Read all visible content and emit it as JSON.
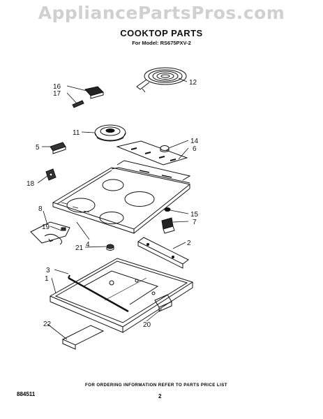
{
  "watermark": "AppliancePartsPros.com",
  "title": "COOKTOP PARTS",
  "model_line": "For Model: RS675PXV-2",
  "footer_note": "FOR ORDERING INFORMATION REFER TO PARTS PRICE LIST",
  "doc_number": "884511",
  "page_number": "2",
  "part_labels": [
    "1",
    "2",
    "3",
    "4",
    "5",
    "6",
    "7",
    "8",
    "11",
    "12",
    "14",
    "15",
    "16",
    "17",
    "18",
    "19",
    "20",
    "21",
    "22"
  ]
}
